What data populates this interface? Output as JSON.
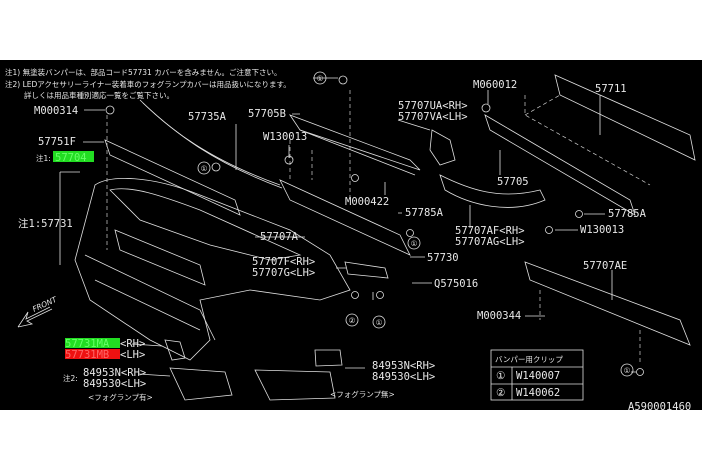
{
  "notes": [
    "注1) 無塗装バンパーは、部品コード57731 カバーを含みません。ご注意下さい。",
    "注2) LEDアクセサリーライナー装着車のフォグランプカバーは用品扱いになります。",
    "詳しくは用品車種別適応一覧をご覧下さい。"
  ],
  "labels": {
    "m000314": "M000314",
    "p57735a": "57735A",
    "p57705b": "57705B",
    "p57751f": "57751F",
    "w130013a": "W130013",
    "note1_prefix": "注1:",
    "p57704": "57704",
    "note1_57731": "注1:57731",
    "p57707a": "57707A",
    "p57707f": "57707F<RH>",
    "p57707g": "57707G<LH>",
    "p57730": "57730",
    "q575016": "Q575016",
    "m000422": "M000422",
    "p57785a_1": "57785A",
    "m060012": "M060012",
    "p57711": "57711",
    "p57707ua": "57707UA<RH>",
    "p57707va": "57707VA<LH>",
    "p57705": "57705",
    "p57785a_2": "57785A",
    "p57707af": "57707AF<RH>",
    "p57707ag": "57707AG<LH>",
    "w130013b": "W130013",
    "p57707ae": "57707AE",
    "m000344": "M000344",
    "p57731ma": "57731MA",
    "p57731ma_side": "<RH>",
    "p57731mb": "57731MB",
    "p57731mb_side": "<LH>",
    "note2_prefix": "注2:",
    "p84953n_a": "84953N<RH>",
    "p849530_a": "849530<LH>",
    "fog_with": "<フォグランプ有>",
    "p84953n_b": "84953N<RH>",
    "p849530_b": "849530<LH>",
    "fog_without": "<フォグランプ無>",
    "front": "FRONT",
    "drawing_id": "A590001460",
    "clip1": "①",
    "clip2": "②"
  },
  "clip_table": {
    "header": "バンパー用クリップ",
    "rows": [
      {
        "mark": "①",
        "part": "W140007"
      },
      {
        "mark": "②",
        "part": "W140062"
      }
    ]
  },
  "highlight_colors": {
    "green": "#22dd22",
    "red": "#ee1111",
    "background": "#000000",
    "line": "#e8e8e8"
  }
}
